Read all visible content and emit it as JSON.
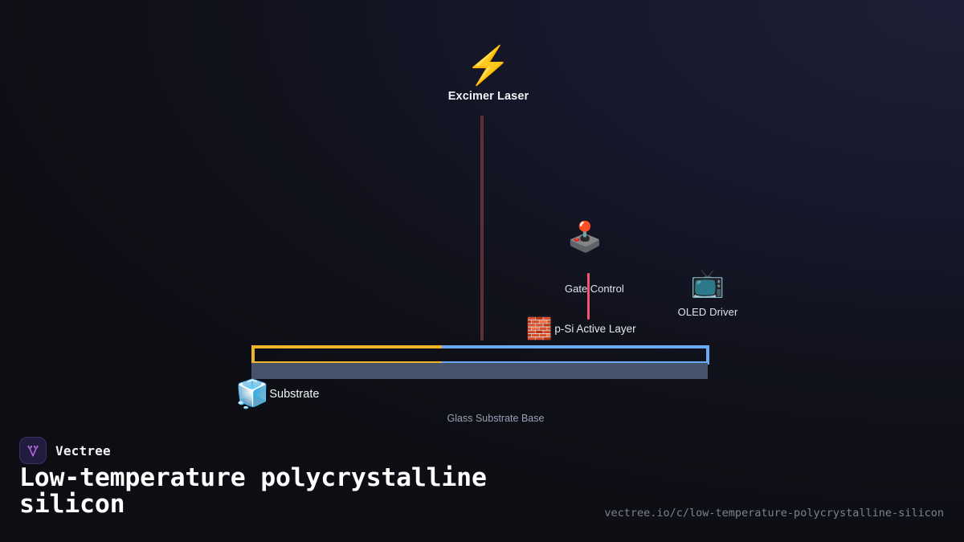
{
  "theme": {
    "bg_dark": "#0d0d13",
    "bg_navy": "#1d1f36",
    "text_primary": "#eef1f6",
    "text_muted": "#98a2b6",
    "accent_yellow": "#f0b429",
    "accent_blue": "#6aa9f5",
    "accent_slate": "#46536b",
    "accent_pink": "#f2566e",
    "beam_red": "#5d3137",
    "brand_purple": "#b561e8"
  },
  "diagram": {
    "laser": {
      "icon": "high-voltage-icon",
      "glyph": "⚡",
      "label": "Excimer Laser"
    },
    "gate": {
      "icon": "joystick-icon",
      "glyph": "🕹️",
      "label": "Gate Control"
    },
    "active_layer": {
      "icon": "brick-wall-icon",
      "glyph": "🧱",
      "label": "p-Si Active Layer"
    },
    "oled": {
      "icon": "television-icon",
      "glyph": "📺",
      "label": "OLED Driver"
    },
    "substrate": {
      "icon": "ice-cube-icon",
      "glyph": "🧊",
      "label": "Substrate"
    },
    "base_caption": "Glass Substrate Base"
  },
  "footer": {
    "brand": "Vectree",
    "logo_icon": "vectree-logo-icon",
    "title": "Low-temperature polycrystalline silicon",
    "url": "vectree.io/c/low-temperature-polycrystalline-silicon"
  }
}
